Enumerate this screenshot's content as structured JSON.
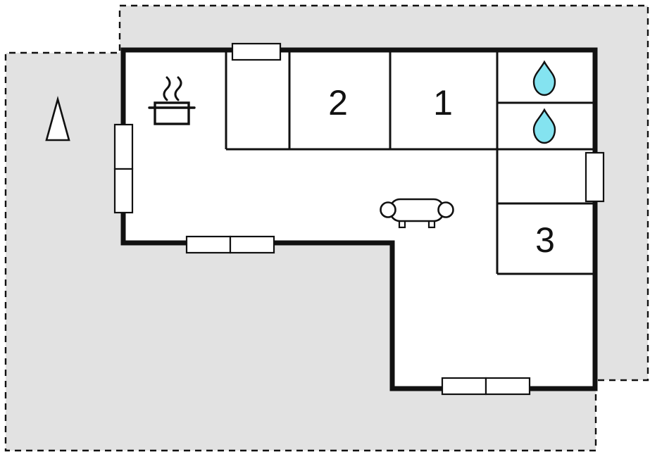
{
  "diagram": {
    "type": "floor-plan",
    "rooms": [
      {
        "name": "room-1",
        "label": "1"
      },
      {
        "name": "room-2",
        "label": "2"
      },
      {
        "name": "room-3",
        "label": "3"
      }
    ],
    "icons": {
      "tree": "tree-icon",
      "cooking_pot": "cooking-pot-icon",
      "steam": "steam-icon",
      "sofa": "sofa-icon",
      "water_drop": "water-drop-icon",
      "window": "window"
    },
    "colors": {
      "terrace_fill": "#e2e2e2",
      "wall": "#111111",
      "house_fill": "#ffffff",
      "water_drop": "#84e3f0",
      "background": "#ffffff"
    }
  }
}
